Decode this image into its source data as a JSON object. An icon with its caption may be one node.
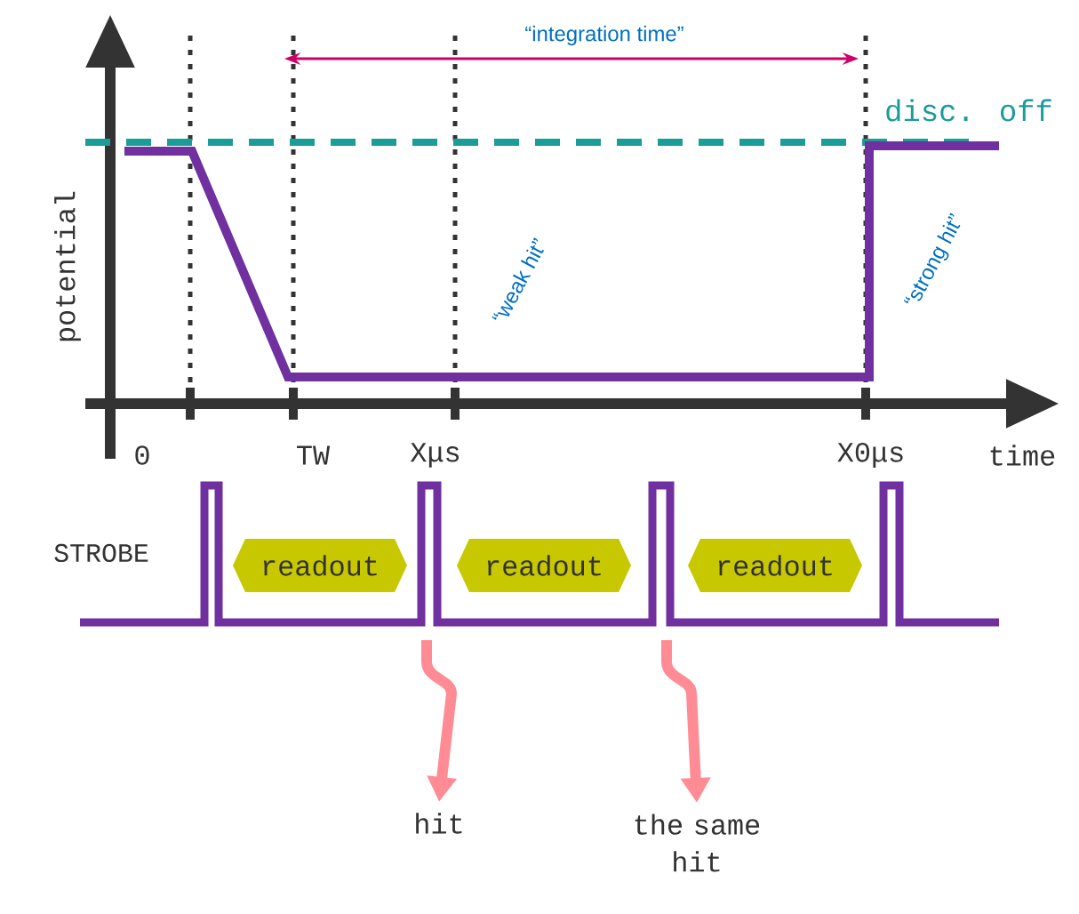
{
  "diagram": {
    "nodes": [
      {
        "text": [
          "readout"
        ]
      },
      {
        "text": [
          "readout"
        ]
      },
      {
        "text": [
          "readout"
        ]
      },
      {
        "text": [
          "hit"
        ]
      },
      {
        "text": [
          "the same hit"
        ]
      }
    ],
    "edges": [
      {
        "from": null,
        "to": 3,
        "arrow": "to"
      },
      {
        "from": null,
        "to": 4,
        "arrow": "to"
      }
    ],
    "labels": [
      "“integration time”",
      "disc. off",
      "potential",
      "“weak hit”",
      "“strong hit”",
      "0",
      "TW",
      "Xμs",
      "X0μs",
      "time",
      "STROBE"
    ]
  }
}
